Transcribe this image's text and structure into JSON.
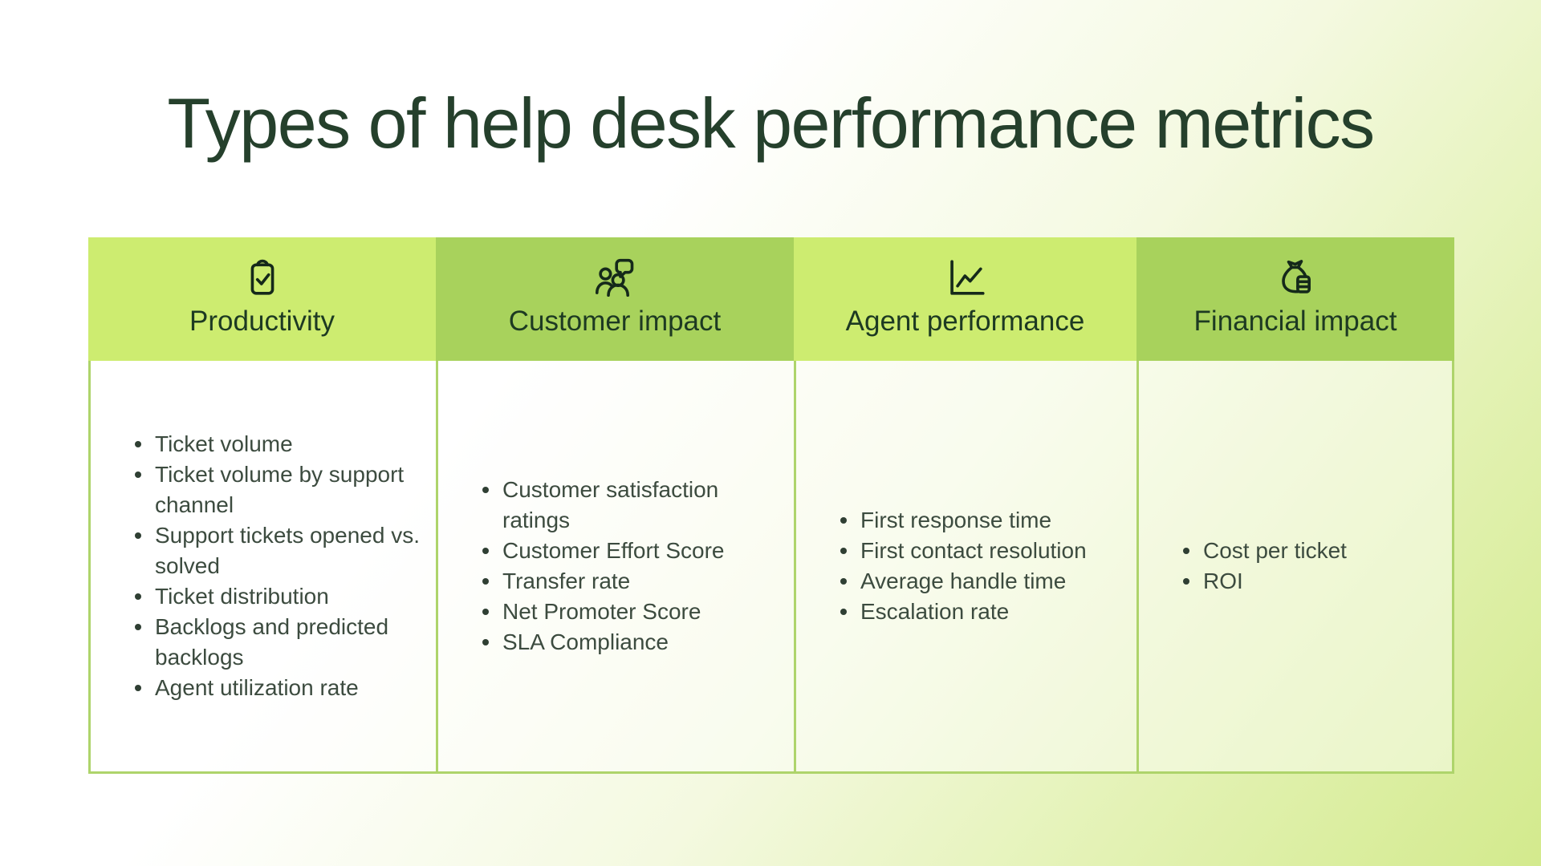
{
  "title": "Types of help desk performance metrics",
  "colors": {
    "title_text": "#25402c",
    "header_text": "#1d3a22",
    "body_text": "#3c4b3f",
    "header_light": "#cdec70",
    "header_dark": "#a8d25c",
    "cell_border": "#aed46b",
    "background_gradient_start": "#ffffff",
    "background_gradient_end": "#d3ea8d",
    "icon_stroke": "#15291a"
  },
  "table": {
    "columns": [
      {
        "id": "productivity",
        "label": "Productivity",
        "icon": "clipboard-check-icon",
        "tone": "light",
        "items": [
          "Ticket volume",
          "Ticket volume by support channel",
          "Support tickets opened vs. solved",
          "Ticket distribution",
          "Backlogs and predicted backlogs",
          "Agent utilization rate"
        ]
      },
      {
        "id": "customer-impact",
        "label": "Customer impact",
        "icon": "customers-chat-icon",
        "tone": "dark",
        "items": [
          "Customer satisfaction ratings",
          "Customer Effort Score",
          "Transfer rate",
          "Net Promoter Score",
          "SLA Compliance"
        ]
      },
      {
        "id": "agent-performance",
        "label": "Agent performance",
        "icon": "line-chart-icon",
        "tone": "light",
        "items": [
          "First response time",
          "First contact resolution",
          "Average handle time",
          "Escalation rate"
        ]
      },
      {
        "id": "financial-impact",
        "label": "Financial impact",
        "icon": "money-bag-icon",
        "tone": "dark",
        "items": [
          "Cost per ticket",
          "ROI"
        ]
      }
    ]
  }
}
